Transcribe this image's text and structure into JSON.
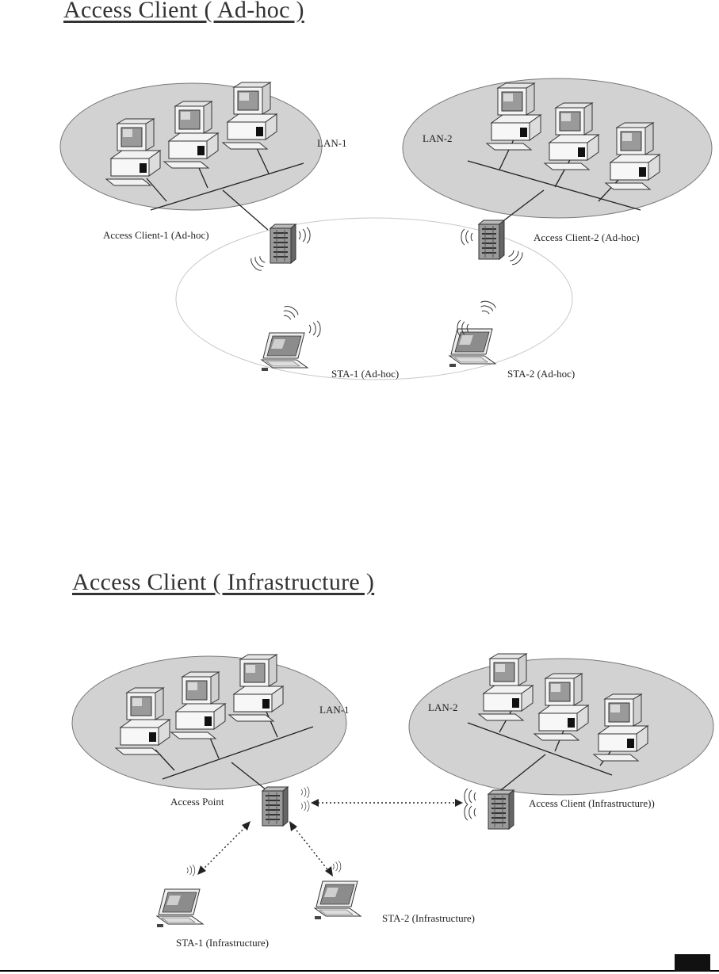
{
  "diagram1": {
    "title": "Access Client ( Ad-hoc )",
    "lan1": "LAN-1",
    "lan2": "LAN-2",
    "client1": "Access Client-1  (Ad-hoc)",
    "client2": "Access Client-2  (Ad-hoc)",
    "sta1": "STA-1 (Ad-hoc)",
    "sta2": "STA-2 (Ad-hoc)"
  },
  "diagram2": {
    "title": "Access Client ( Infrastructure )",
    "lan1": "LAN-1",
    "lan2": "LAN-2",
    "access_point": "Access Point",
    "client": "Access Client (Infrastructure))",
    "sta1": "STA-1  (Infrastructure)",
    "sta2": "STA-2 (Infrastructure)"
  }
}
